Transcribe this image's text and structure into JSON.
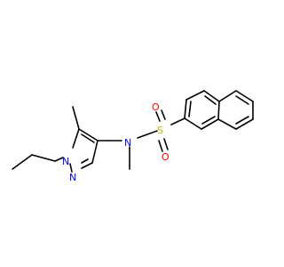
{
  "colors": {
    "bond": "#000000",
    "nitrogen": "#0000ff",
    "sulfur": "#c8b400",
    "oxygen": "#ff0000"
  },
  "atoms": {
    "n_pyrazole_1": "N",
    "n_pyrazole_2": "N",
    "n_sulfonamide": "N",
    "s": "S",
    "o_upper": "O",
    "o_lower": "O"
  }
}
